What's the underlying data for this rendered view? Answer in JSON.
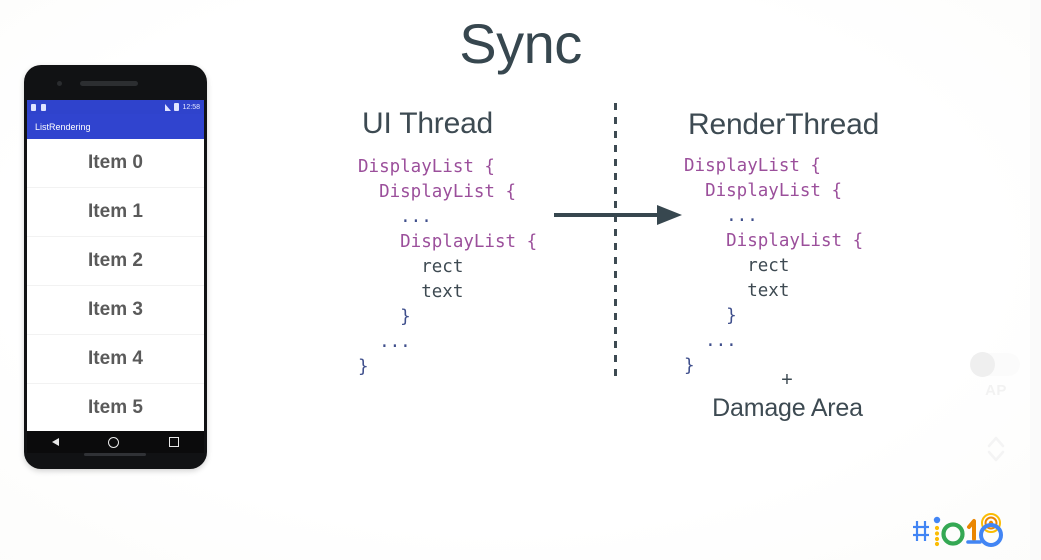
{
  "slide": {
    "title": "Sync",
    "columns": [
      {
        "heading": "UI Thread",
        "code_lines": [
          {
            "indent": 0,
            "text": "DisplayList {",
            "kind": "open"
          },
          {
            "indent": 1,
            "text": "DisplayList {",
            "kind": "open"
          },
          {
            "indent": 2,
            "text": "...",
            "kind": "dots"
          },
          {
            "indent": 2,
            "text": "DisplayList {",
            "kind": "open"
          },
          {
            "indent": 3,
            "text": "rect",
            "kind": "plain"
          },
          {
            "indent": 3,
            "text": "text",
            "kind": "plain"
          },
          {
            "indent": 2,
            "text": "}",
            "kind": "close"
          },
          {
            "indent": 1,
            "text": "...",
            "kind": "dots"
          },
          {
            "indent": 0,
            "text": "}",
            "kind": "close"
          }
        ]
      },
      {
        "heading": "RenderThread",
        "code_lines": [
          {
            "indent": 0,
            "text": "DisplayList {",
            "kind": "open"
          },
          {
            "indent": 1,
            "text": "DisplayList {",
            "kind": "open"
          },
          {
            "indent": 2,
            "text": "...",
            "kind": "dots"
          },
          {
            "indent": 2,
            "text": "DisplayList {",
            "kind": "open"
          },
          {
            "indent": 3,
            "text": "rect",
            "kind": "plain"
          },
          {
            "indent": 3,
            "text": "text",
            "kind": "plain"
          },
          {
            "indent": 2,
            "text": "}",
            "kind": "close"
          },
          {
            "indent": 1,
            "text": "...",
            "kind": "dots"
          },
          {
            "indent": 0,
            "text": "}",
            "kind": "close"
          }
        ],
        "plus_sign": "+",
        "footnote": "Damage Area"
      }
    ],
    "arrow": {
      "direction": "right",
      "label": "sync-arrow"
    },
    "divider": {
      "style": "dashed-vertical"
    },
    "colors": {
      "title_text": "#37474f",
      "heading_text": "#3d4a52",
      "code_displaylist": "#9b4f9b",
      "code_plain": "#3e4a52",
      "code_brace_close": "#3f4f8c",
      "arrow": "#37474f",
      "phone_appbar": "#3044cf",
      "background": "#ffffff"
    }
  },
  "phone": {
    "status_bar": {
      "time": "12:58",
      "icons": [
        "notification-icon",
        "notification-icon",
        "signal-icon",
        "battery-icon"
      ]
    },
    "app_bar": {
      "title": "ListRendering"
    },
    "list_items": [
      "Item 0",
      "Item 1",
      "Item 2",
      "Item 3",
      "Item 4",
      "Item 5"
    ],
    "nav_bar": {
      "buttons": [
        "back-icon",
        "home-icon",
        "recents-icon"
      ]
    }
  },
  "overlay": {
    "toggle_label": "AP",
    "stepper": "up-down-chevron"
  },
  "branding": {
    "logo_text": "#io18",
    "logo_colors": {
      "hash": "#4285f4",
      "i_dot": "#4285f4",
      "i_body": "#fbbc04",
      "o": "#34a853",
      "one": "#ea8600",
      "eight_outer": "#4285f4",
      "eight_inner": "#ea8600"
    }
  }
}
